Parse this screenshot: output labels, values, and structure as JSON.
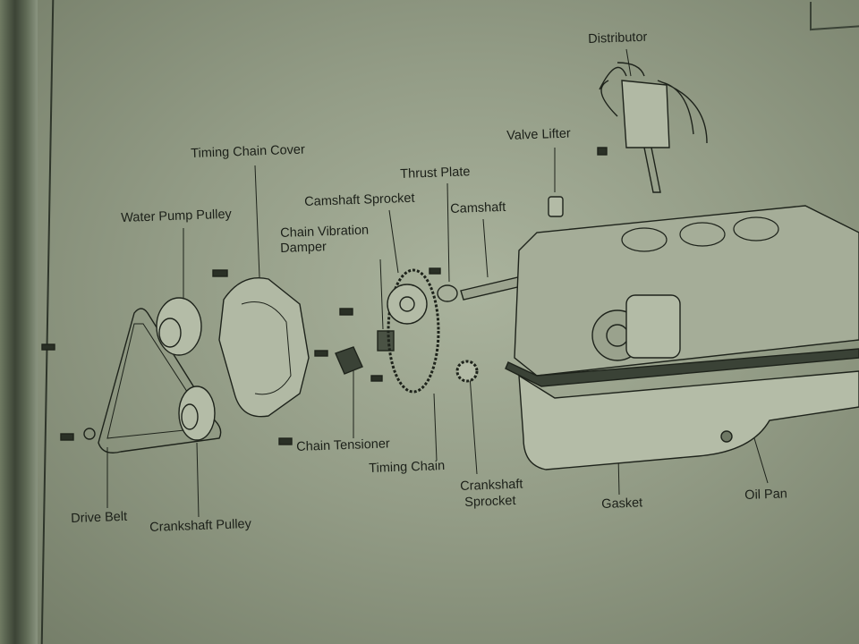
{
  "labels": {
    "distributor": "Distributor",
    "valve_lifter": "Valve Lifter",
    "thrust_plate": "Thrust Plate",
    "camshaft_sprocket": "Camshaft Sprocket",
    "camshaft": "Camshaft",
    "timing_chain_cover": "Timing Chain Cover",
    "water_pump_pulley": "Water Pump Pulley",
    "chain_vibration_damper_1": "Chain Vibration",
    "chain_vibration_damper_2": "Damper",
    "chain_tensioner": "Chain Tensioner",
    "timing_chain": "Timing Chain",
    "crankshaft_sprocket_1": "Crankshaft",
    "crankshaft_sprocket_2": "Sprocket",
    "gasket": "Gasket",
    "oil_pan": "Oil Pan",
    "drive_belt": "Drive Belt",
    "crankshaft_pulley": "Crankshaft Pulley"
  }
}
